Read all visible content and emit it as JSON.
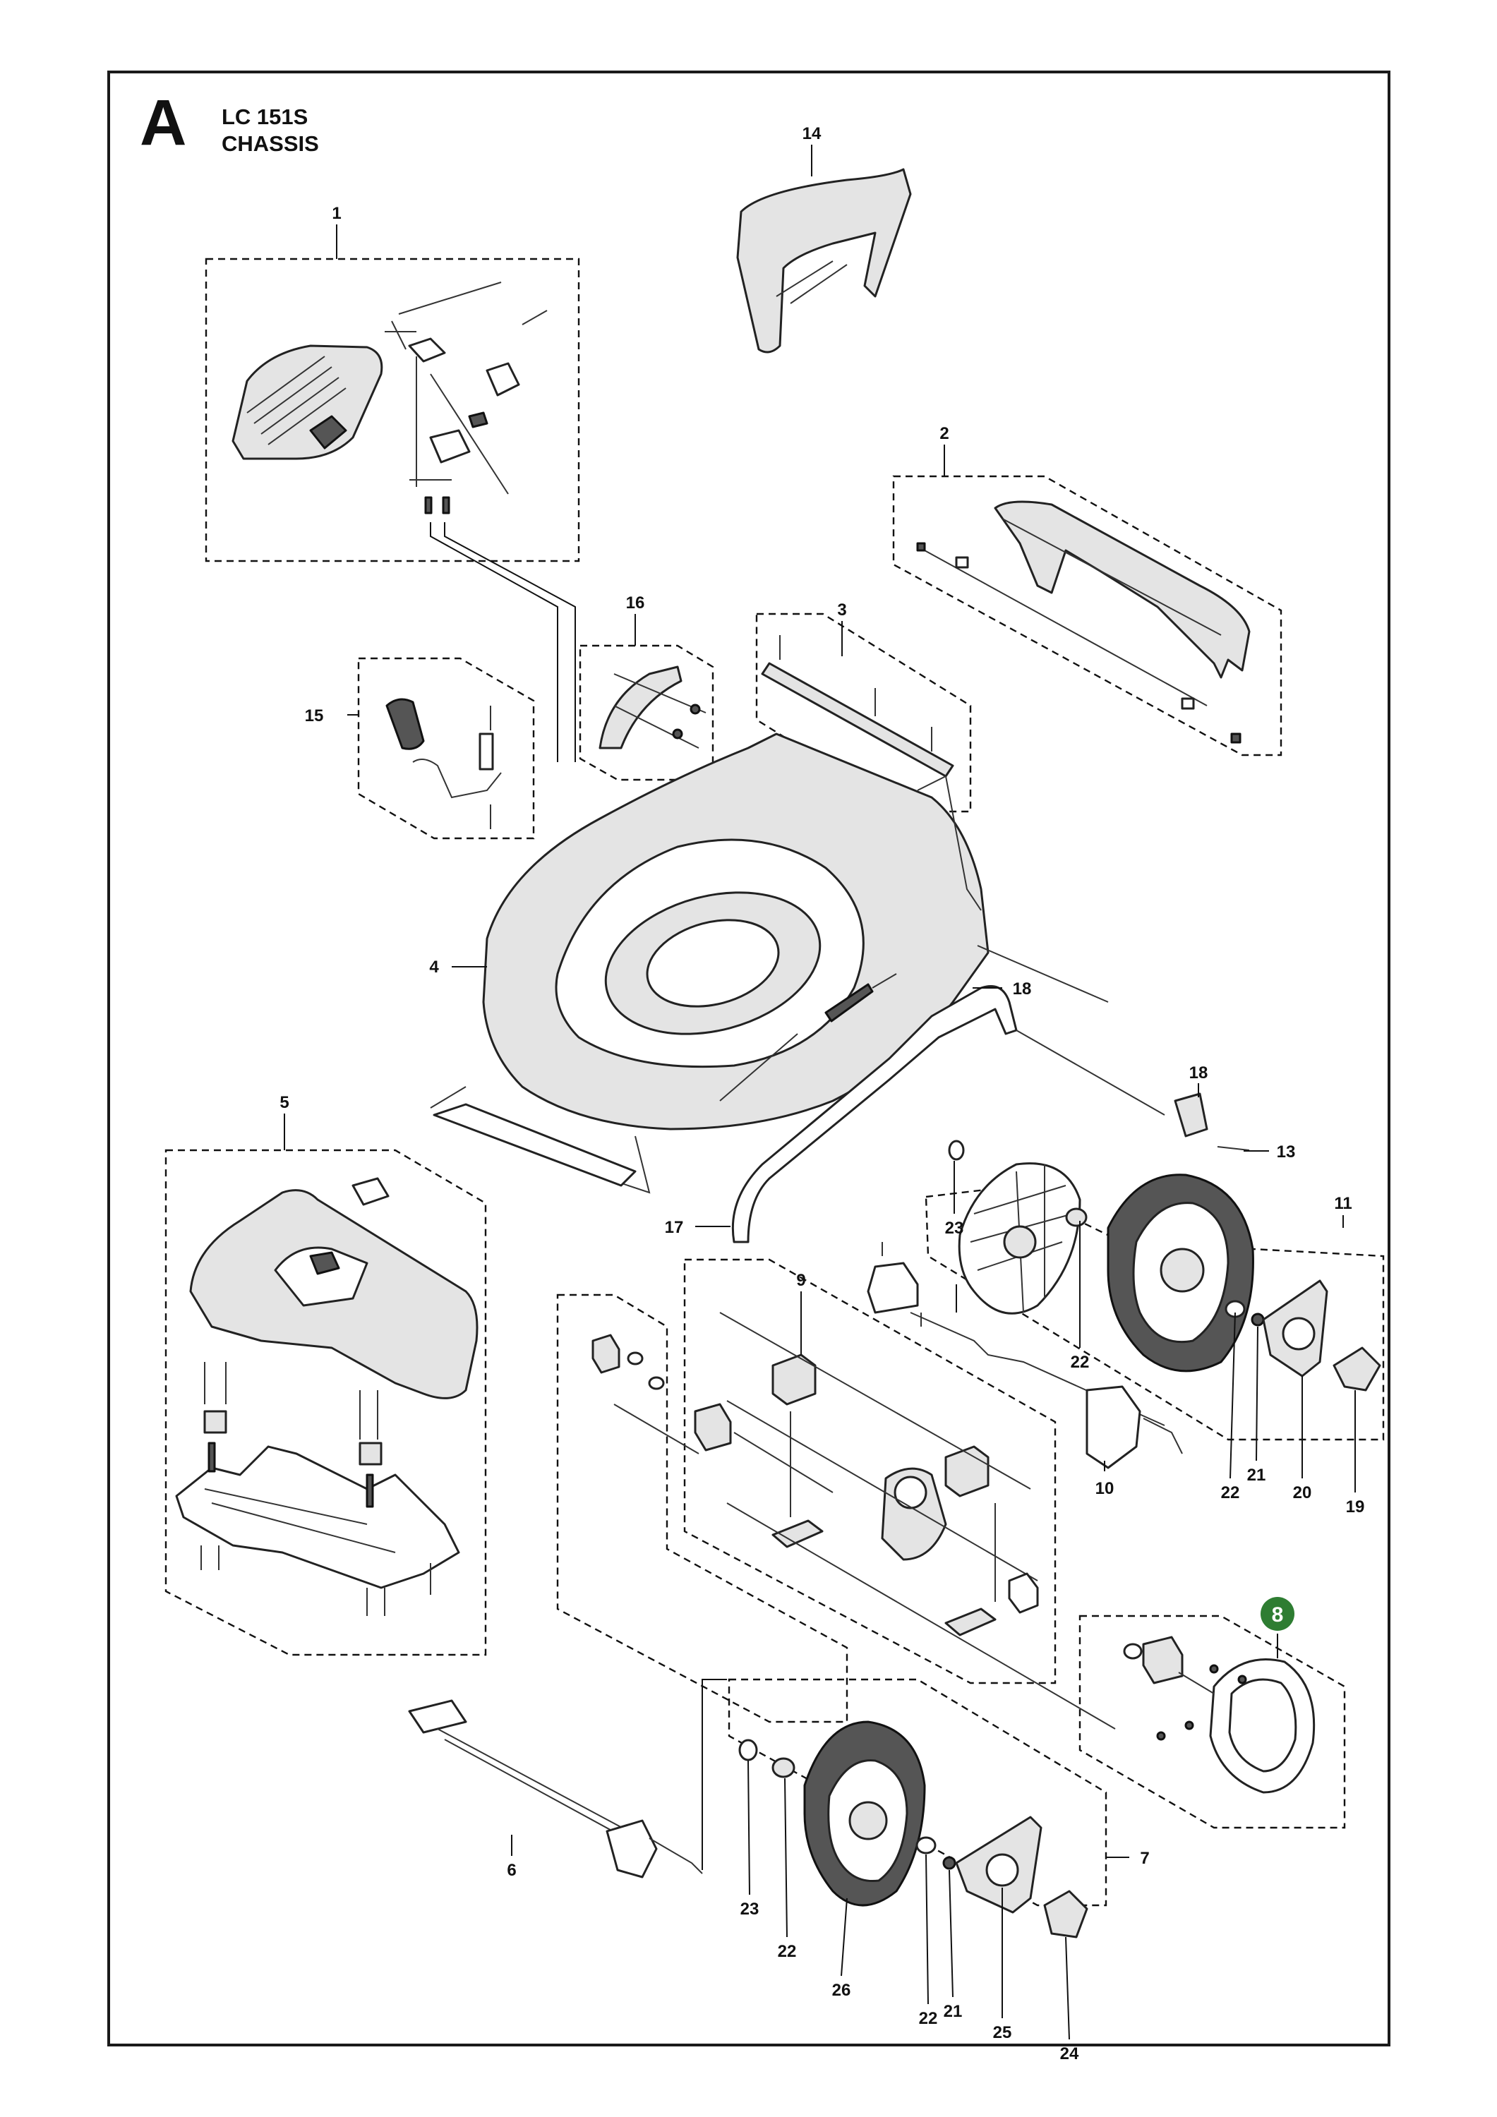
{
  "header": {
    "section_letter": "A",
    "model": "LC 151S",
    "section_name": "CHASSIS"
  },
  "highlight_color": "#2e7d32",
  "callouts": [
    {
      "id": "c1",
      "label": "1"
    },
    {
      "id": "c2",
      "label": "2"
    },
    {
      "id": "c3",
      "label": "3"
    },
    {
      "id": "c4",
      "label": "4"
    },
    {
      "id": "c5",
      "label": "5"
    },
    {
      "id": "c6",
      "label": "6"
    },
    {
      "id": "c7",
      "label": "7"
    },
    {
      "id": "c8",
      "label": "8",
      "highlighted": true
    },
    {
      "id": "c9",
      "label": "9"
    },
    {
      "id": "c10",
      "label": "10"
    },
    {
      "id": "c11",
      "label": "11"
    },
    {
      "id": "c13",
      "label": "13"
    },
    {
      "id": "c14",
      "label": "14"
    },
    {
      "id": "c15",
      "label": "15"
    },
    {
      "id": "c16",
      "label": "16"
    },
    {
      "id": "c17",
      "label": "17"
    },
    {
      "id": "c18a",
      "label": "18"
    },
    {
      "id": "c18b",
      "label": "18"
    },
    {
      "id": "c19",
      "label": "19"
    },
    {
      "id": "c20",
      "label": "20"
    },
    {
      "id": "c21a",
      "label": "21"
    },
    {
      "id": "c21b",
      "label": "21"
    },
    {
      "id": "c22a",
      "label": "22"
    },
    {
      "id": "c22b",
      "label": "22"
    },
    {
      "id": "c22c",
      "label": "22"
    },
    {
      "id": "c22d",
      "label": "22"
    },
    {
      "id": "c23a",
      "label": "23"
    },
    {
      "id": "c23b",
      "label": "23"
    },
    {
      "id": "c24",
      "label": "24"
    },
    {
      "id": "c25",
      "label": "25"
    },
    {
      "id": "c26",
      "label": "26"
    }
  ]
}
